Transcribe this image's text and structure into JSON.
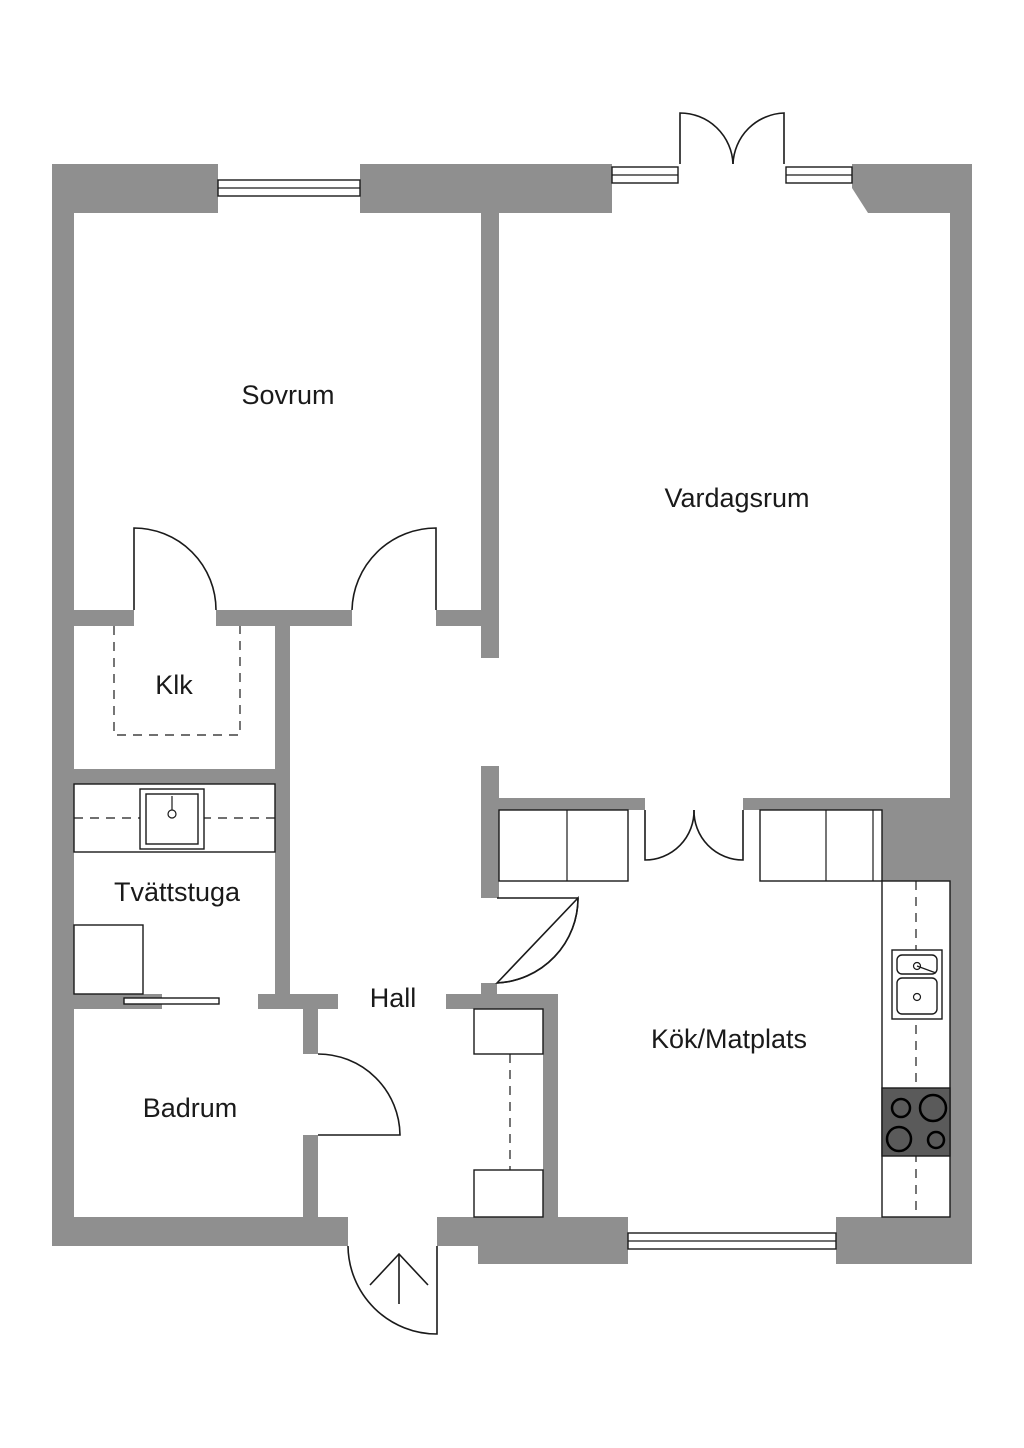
{
  "rooms": {
    "sovrum": "Sovrum",
    "vardagsrum": "Vardagsrum",
    "klk": "Klk",
    "tvattstuga": "Tvättstuga",
    "hall": "Hall",
    "kok": "Kök/Matplats",
    "badrum": "Badrum"
  },
  "colors": {
    "wall": "#8f8f8f",
    "line": "#1a1a1a",
    "stove": "#5a5a5a",
    "background": "#ffffff"
  }
}
